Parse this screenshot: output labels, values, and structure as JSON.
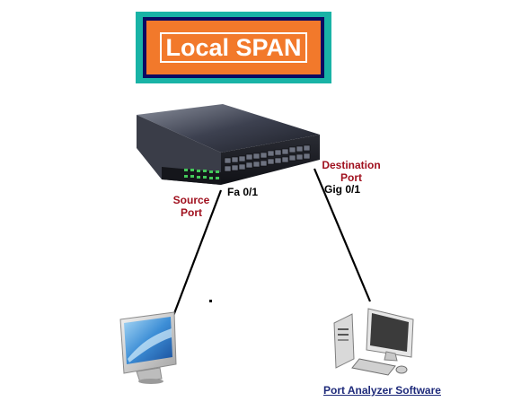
{
  "title": "Local SPAN",
  "labels": {
    "source_port_line1": "Source",
    "source_port_line2": "Port",
    "source_interface": "Fa 0/1",
    "destination_port_line1": "Destination",
    "destination_port_line2": "Port",
    "destination_interface": "Gig 0/1",
    "analyzer": "Port Analyzer Software"
  },
  "icons": [
    "network-switch-icon",
    "monitor-icon",
    "desktop-computer-icon"
  ],
  "colors": {
    "title_outer": "#19b3a6",
    "title_frame": "#0a0a62",
    "title_fill": "#f2792b",
    "port_label": "#a0101e",
    "link_text": "#1e2a7a"
  }
}
